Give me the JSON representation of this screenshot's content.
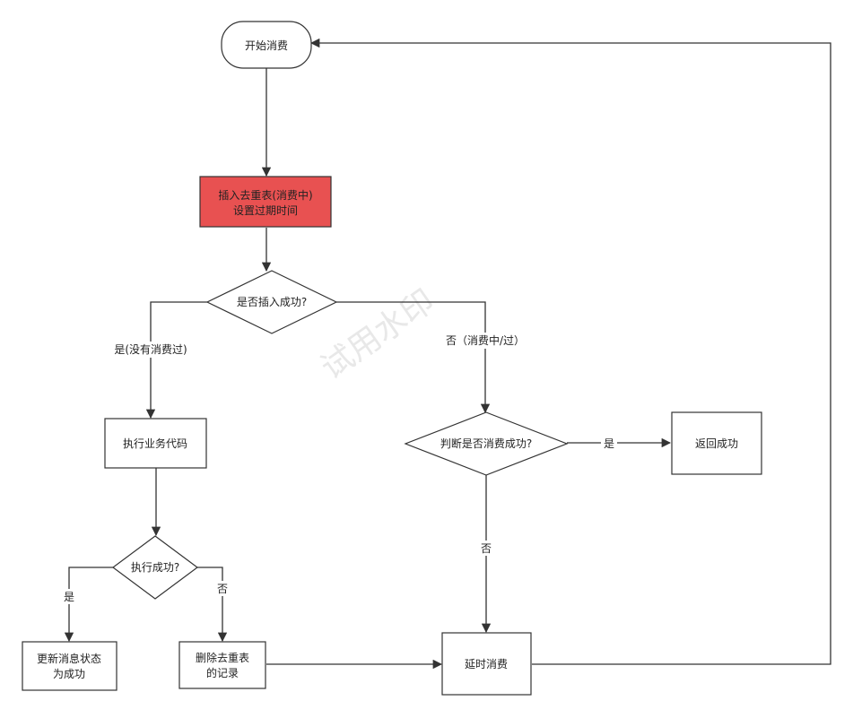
{
  "diagram": {
    "colors": {
      "stroke": "#333333",
      "highlight_fill": "#e85151",
      "default_fill": "#ffffff",
      "watermark": "#e8e8e8"
    },
    "watermark": "试用水印",
    "nodes": {
      "start": {
        "lines": [
          "开始消费"
        ]
      },
      "insert": {
        "lines": [
          "插入去重表(消费中)",
          "设置过期时间"
        ]
      },
      "insert_ok": {
        "lines": [
          "是否插入成功?"
        ]
      },
      "execute": {
        "lines": [
          "执行业务代码"
        ]
      },
      "exec_ok": {
        "lines": [
          "执行成功?"
        ]
      },
      "update": {
        "lines": [
          "更新消息状态",
          "为成功"
        ]
      },
      "delete": {
        "lines": [
          "删除去重表",
          "的记录"
        ]
      },
      "judge": {
        "lines": [
          "判断是否消费成功?"
        ]
      },
      "return_ok": {
        "lines": [
          "返回成功"
        ]
      },
      "delay": {
        "lines": [
          "延时消费"
        ]
      }
    },
    "edge_labels": {
      "insert_yes": "是(没有消费过)",
      "insert_no": "否（消费中/过）",
      "judge_yes": "是",
      "judge_no": "否",
      "exec_yes": "是",
      "exec_no": "否"
    }
  }
}
